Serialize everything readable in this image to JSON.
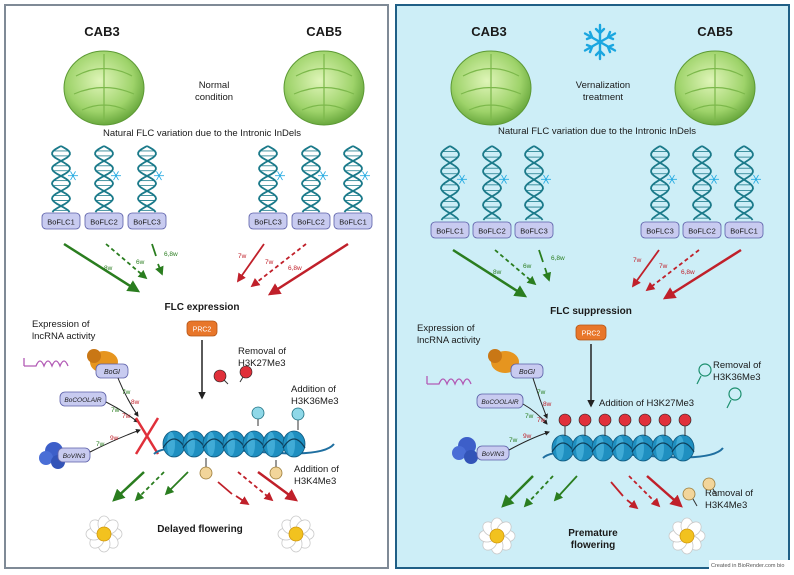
{
  "left": {
    "title_left": "CAB3",
    "title_right": "CAB5",
    "condition_l1": "Normal",
    "condition_l2": "condition",
    "variation": "Natural FLC variation due to the Intronic InDels",
    "genes_left": [
      "BoFLC1",
      "BoFLC2",
      "BoFLC3"
    ],
    "genes_right": [
      "BoFLC3",
      "BoFLC2",
      "BoFLC1"
    ],
    "weeks_green": [
      "8w",
      "6w",
      "6,8w"
    ],
    "weeks_red": [
      "7w",
      "7w",
      "6,8w"
    ],
    "status": "FLC expression",
    "prc2": "PRC2",
    "lncrna_l1": "Expression of",
    "lncrna_l2": "lncRNA activity",
    "removal_l1": "Removal of",
    "removal_l2": "H3K27Me3",
    "add36_l1": "Addition of",
    "add36_l2": "H3K36Me3",
    "add4_l1": "Addition of",
    "add4_l2": "H3K4Me3",
    "bogi": "BoGI",
    "bocoolair": "BoCOOLAIR",
    "bovin3": "BoVIN3",
    "w_bogi": "7w",
    "w_cool1": "7w",
    "w_cool2": "8w",
    "w_cool3": "7w",
    "w_vin": "7w",
    "w_vin2": "9w",
    "outcome": "Delayed flowering"
  },
  "right": {
    "title_left": "CAB3",
    "title_right": "CAB5",
    "condition_l1": "Vernalization",
    "condition_l2": "treatment",
    "variation": "Natural FLC variation due to the Intronic InDels",
    "genes_left": [
      "BoFLC1",
      "BoFLC2",
      "BoFLC3"
    ],
    "genes_right": [
      "BoFLC3",
      "BoFLC2",
      "BoFLC1"
    ],
    "weeks_green": [
      "8w",
      "6w",
      "6,8w"
    ],
    "weeks_red": [
      "7w",
      "7w",
      "6,8w"
    ],
    "status": "FLC suppression",
    "prc2": "PRC2",
    "lncrna_l1": "Expression of",
    "lncrna_l2": "lncRNA activity",
    "removal36_l1": "Removal of",
    "removal36_l2": "H3K36Me3",
    "add27": "Addition of H3K27Me3",
    "removal4_l1": "Removal of",
    "removal4_l2": "H3K4Me3",
    "bogi": "BoGI",
    "bocoolair": "BoCOOLAIR",
    "bovin3": "BoVIN3",
    "w_bogi": "7w",
    "w_cool1": "7w",
    "w_cool2": "8w",
    "w_cool3": "7w",
    "w_vin": "7w",
    "w_vin2": "9w",
    "outcome_l1": "Premature",
    "outcome_l2": "flowering",
    "credit": "Created in BioRender.com bio"
  },
  "colors": {
    "green_arrow": "#2a7d1f",
    "red_arrow": "#c0202a",
    "gene_box": "#c8cbf0",
    "dna": "#1b7a8a",
    "nucleosome": "#1f8fc0",
    "prc2": "#e8762a",
    "mark_red": "#e0303a",
    "mark_teal": "#8fd8e8",
    "mark_tan": "#f2d59a"
  }
}
